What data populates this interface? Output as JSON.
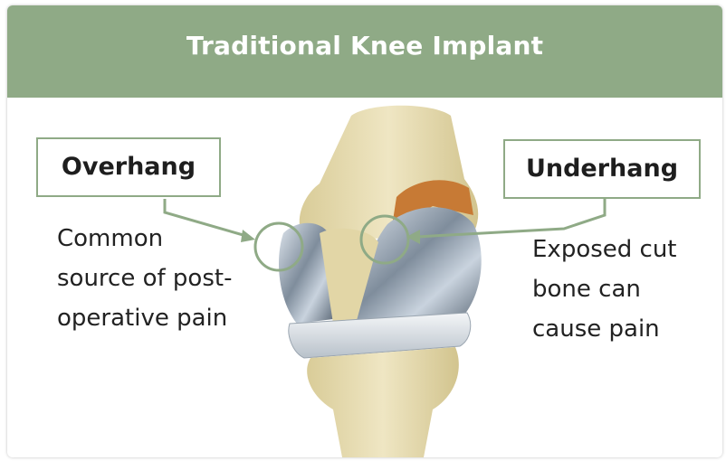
{
  "title": "Traditional Knee Implant",
  "colors": {
    "header_bg": "#8faa86",
    "accent_green": "#8faa86",
    "bone": "#e7dcb2",
    "metal": "#8c9aa8",
    "cut_bone": "#c77a35"
  },
  "overhang": {
    "label": "Overhang",
    "description": [
      "Common",
      "source of post-",
      "operative pain"
    ]
  },
  "underhang": {
    "label": "Underhang",
    "description": [
      "Exposed cut",
      "bone can",
      "cause pain"
    ]
  }
}
